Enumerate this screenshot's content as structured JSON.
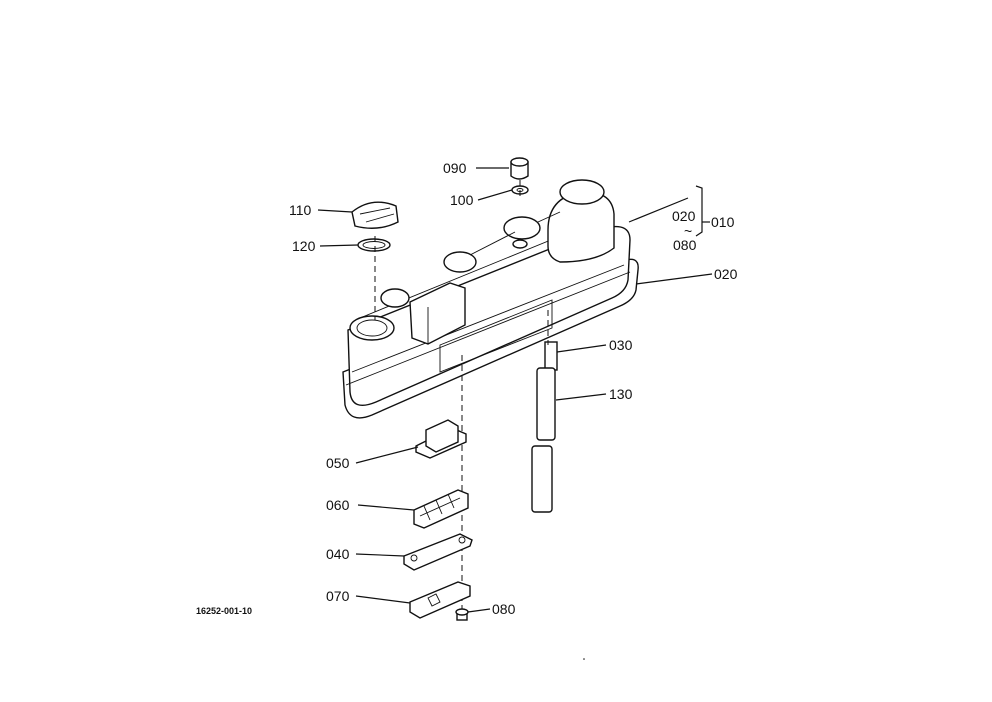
{
  "figure_code": "16252-001-10",
  "callouts": {
    "p010": "010",
    "p020_range": "020",
    "tilde": "~",
    "p080_range": "080",
    "p020": "020",
    "p030": "030",
    "p040": "040",
    "p050": "050",
    "p060": "060",
    "p070": "070",
    "p080": "080",
    "p090": "090",
    "p100": "100",
    "p110": "110",
    "p120": "120",
    "p130": "130"
  }
}
